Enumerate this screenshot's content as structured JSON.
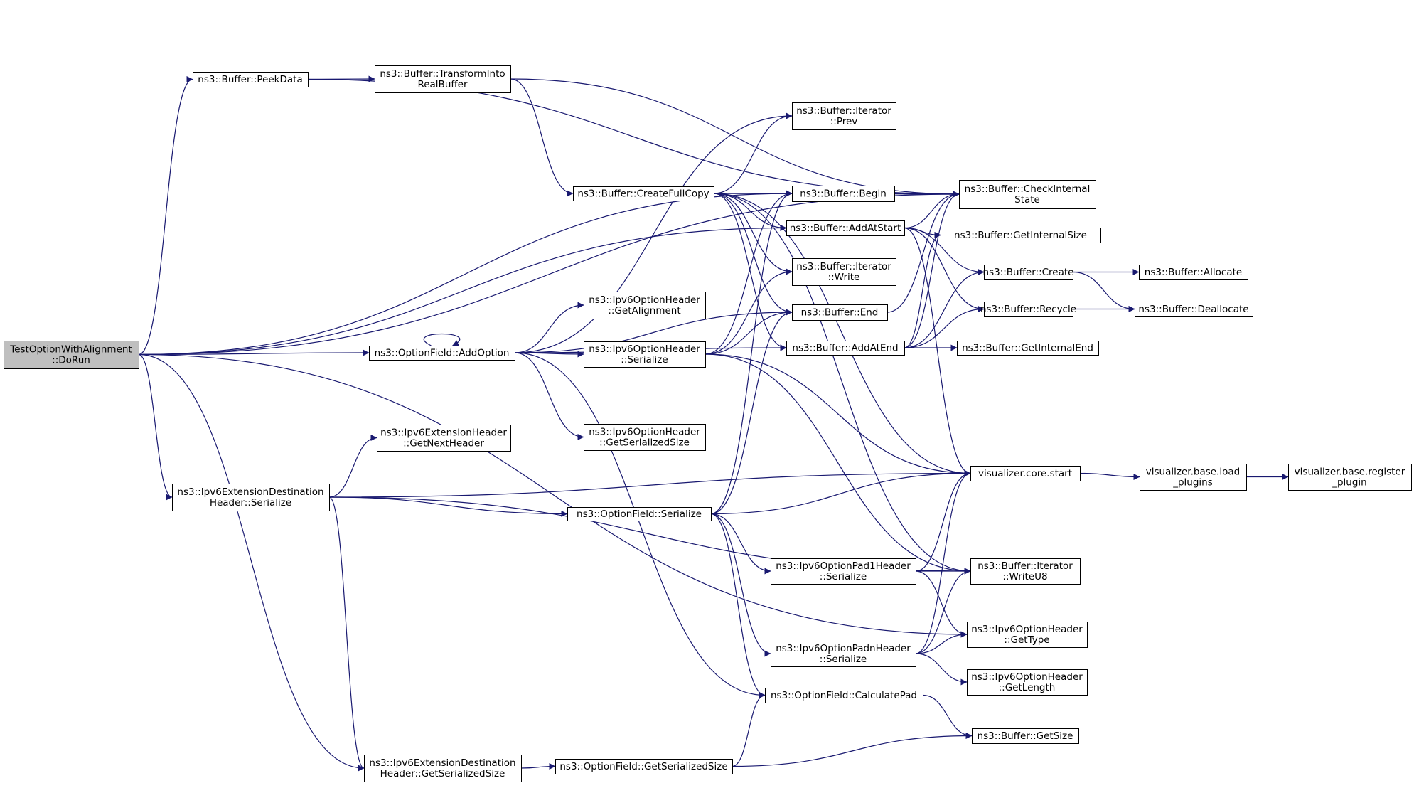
{
  "colors": {
    "edge": "#191970",
    "node_fill": "#ffffff",
    "root_fill": "#bfbfbf",
    "node_stroke": "#000000"
  },
  "nodes": [
    {
      "id": "doRun",
      "lines": [
        "TestOptionWithAlignment",
        "::DoRun"
      ],
      "root": true
    },
    {
      "id": "peekData",
      "lines": [
        "ns3::Buffer::PeekData"
      ]
    },
    {
      "id": "transform",
      "lines": [
        "ns3::Buffer::TransformInto",
        "RealBuffer"
      ]
    },
    {
      "id": "iterPrev",
      "lines": [
        "ns3::Buffer::Iterator",
        "::Prev"
      ]
    },
    {
      "id": "createFullCopy",
      "lines": [
        "ns3::Buffer::CreateFullCopy"
      ]
    },
    {
      "id": "begin",
      "lines": [
        "ns3::Buffer::Begin"
      ]
    },
    {
      "id": "checkInternal",
      "lines": [
        "ns3::Buffer::CheckInternal",
        "State"
      ]
    },
    {
      "id": "addAtStart",
      "lines": [
        "ns3::Buffer::AddAtStart"
      ]
    },
    {
      "id": "getInternalSize",
      "lines": [
        "ns3::Buffer::GetInternalSize"
      ]
    },
    {
      "id": "iterWrite",
      "lines": [
        "ns3::Buffer::Iterator",
        "::Write"
      ]
    },
    {
      "id": "create",
      "lines": [
        "ns3::Buffer::Create"
      ]
    },
    {
      "id": "allocate",
      "lines": [
        "ns3::Buffer::Allocate"
      ]
    },
    {
      "id": "getAlignment",
      "lines": [
        "ns3::Ipv6OptionHeader",
        "::GetAlignment"
      ]
    },
    {
      "id": "end",
      "lines": [
        "ns3::Buffer::End"
      ]
    },
    {
      "id": "recycle",
      "lines": [
        "ns3::Buffer::Recycle"
      ]
    },
    {
      "id": "deallocate",
      "lines": [
        "ns3::Buffer::Deallocate"
      ]
    },
    {
      "id": "addOption",
      "lines": [
        "ns3::OptionField::AddOption"
      ]
    },
    {
      "id": "optHdrSerialize",
      "lines": [
        "ns3::Ipv6OptionHeader",
        "::Serialize"
      ]
    },
    {
      "id": "addAtEnd",
      "lines": [
        "ns3::Buffer::AddAtEnd"
      ]
    },
    {
      "id": "getInternalEnd",
      "lines": [
        "ns3::Buffer::GetInternalEnd"
      ]
    },
    {
      "id": "getNextHeader",
      "lines": [
        "ns3::Ipv6ExtensionHeader",
        "::GetNextHeader"
      ]
    },
    {
      "id": "optHdrGetSerSize",
      "lines": [
        "ns3::Ipv6OptionHeader",
        "::GetSerializedSize"
      ]
    },
    {
      "id": "extDestSerialize",
      "lines": [
        "ns3::Ipv6ExtensionDestination",
        "Header::Serialize"
      ]
    },
    {
      "id": "vizStart",
      "lines": [
        "visualizer.core.start"
      ]
    },
    {
      "id": "vizLoad",
      "lines": [
        "visualizer.base.load",
        "_plugins"
      ]
    },
    {
      "id": "vizRegister",
      "lines": [
        "visualizer.base.register",
        "_plugin"
      ]
    },
    {
      "id": "optFieldSerialize",
      "lines": [
        "ns3::OptionField::Serialize"
      ]
    },
    {
      "id": "pad1Serialize",
      "lines": [
        "ns3::Ipv6OptionPad1Header",
        "::Serialize"
      ]
    },
    {
      "id": "writeU8",
      "lines": [
        "ns3::Buffer::Iterator",
        "::WriteU8"
      ]
    },
    {
      "id": "getType",
      "lines": [
        "ns3::Ipv6OptionHeader",
        "::GetType"
      ]
    },
    {
      "id": "padnSerialize",
      "lines": [
        "ns3::Ipv6OptionPadnHeader",
        "::Serialize"
      ]
    },
    {
      "id": "getLength",
      "lines": [
        "ns3::Ipv6OptionHeader",
        "::GetLength"
      ]
    },
    {
      "id": "calcPad",
      "lines": [
        "ns3::OptionField::CalculatePad"
      ]
    },
    {
      "id": "getSize",
      "lines": [
        "ns3::Buffer::GetSize"
      ]
    },
    {
      "id": "extDestGetSerSize",
      "lines": [
        "ns3::Ipv6ExtensionDestination",
        "Header::GetSerializedSize"
      ]
    },
    {
      "id": "optFieldGetSerSize",
      "lines": [
        "ns3::OptionField::GetSerializedSize"
      ]
    }
  ],
  "edges": [
    [
      "doRun",
      "peekData"
    ],
    [
      "doRun",
      "begin"
    ],
    [
      "doRun",
      "checkInternal"
    ],
    [
      "doRun",
      "addAtStart"
    ],
    [
      "doRun",
      "addOption"
    ],
    [
      "doRun",
      "extDestSerialize"
    ],
    [
      "doRun",
      "getType"
    ],
    [
      "doRun",
      "extDestGetSerSize"
    ],
    [
      "peekData",
      "transform"
    ],
    [
      "peekData",
      "checkInternal"
    ],
    [
      "transform",
      "createFullCopy"
    ],
    [
      "transform",
      "checkInternal"
    ],
    [
      "createFullCopy",
      "iterPrev"
    ],
    [
      "createFullCopy",
      "begin"
    ],
    [
      "createFullCopy",
      "checkInternal"
    ],
    [
      "createFullCopy",
      "addAtStart"
    ],
    [
      "createFullCopy",
      "iterWrite"
    ],
    [
      "createFullCopy",
      "end"
    ],
    [
      "createFullCopy",
      "addAtEnd"
    ],
    [
      "createFullCopy",
      "writeU8"
    ],
    [
      "createFullCopy",
      "vizStart"
    ],
    [
      "begin",
      "checkInternal"
    ],
    [
      "end",
      "checkInternal"
    ],
    [
      "addAtStart",
      "checkInternal"
    ],
    [
      "addAtStart",
      "getInternalSize"
    ],
    [
      "addAtStart",
      "create"
    ],
    [
      "addAtStart",
      "recycle"
    ],
    [
      "addAtStart",
      "vizStart"
    ],
    [
      "addAtEnd",
      "checkInternal"
    ],
    [
      "addAtEnd",
      "getInternalSize"
    ],
    [
      "addAtEnd",
      "create"
    ],
    [
      "addAtEnd",
      "recycle"
    ],
    [
      "addAtEnd",
      "getInternalEnd"
    ],
    [
      "create",
      "allocate"
    ],
    [
      "create",
      "deallocate"
    ],
    [
      "recycle",
      "deallocate"
    ],
    [
      "addOption",
      "addOption"
    ],
    [
      "addOption",
      "iterPrev"
    ],
    [
      "addOption",
      "end"
    ],
    [
      "addOption",
      "getAlignment"
    ],
    [
      "addOption",
      "optHdrSerialize"
    ],
    [
      "addOption",
      "addAtEnd"
    ],
    [
      "addOption",
      "optHdrGetSerSize"
    ],
    [
      "addOption",
      "calcPad"
    ],
    [
      "optHdrSerialize",
      "begin"
    ],
    [
      "optHdrSerialize",
      "iterWrite"
    ],
    [
      "optHdrSerialize",
      "end"
    ],
    [
      "optHdrSerialize",
      "vizStart"
    ],
    [
      "optHdrSerialize",
      "writeU8"
    ],
    [
      "extDestSerialize",
      "getNextHeader"
    ],
    [
      "extDestSerialize",
      "vizStart"
    ],
    [
      "extDestSerialize",
      "optFieldSerialize"
    ],
    [
      "extDestSerialize",
      "writeU8"
    ],
    [
      "extDestSerialize",
      "extDestGetSerSize"
    ],
    [
      "optFieldSerialize",
      "vizStart"
    ],
    [
      "optFieldSerialize",
      "begin"
    ],
    [
      "optFieldSerialize",
      "end"
    ],
    [
      "optFieldSerialize",
      "pad1Serialize"
    ],
    [
      "optFieldSerialize",
      "padnSerialize"
    ],
    [
      "optFieldSerialize",
      "calcPad"
    ],
    [
      "pad1Serialize",
      "writeU8"
    ],
    [
      "pad1Serialize",
      "vizStart"
    ],
    [
      "pad1Serialize",
      "getType"
    ],
    [
      "padnSerialize",
      "writeU8"
    ],
    [
      "padnSerialize",
      "vizStart"
    ],
    [
      "padnSerialize",
      "getType"
    ],
    [
      "padnSerialize",
      "getLength"
    ],
    [
      "vizStart",
      "vizLoad"
    ],
    [
      "vizLoad",
      "vizRegister"
    ],
    [
      "calcPad",
      "getSize"
    ],
    [
      "extDestGetSerSize",
      "optFieldGetSerSize"
    ],
    [
      "optFieldGetSerSize",
      "calcPad"
    ],
    [
      "optFieldGetSerSize",
      "getSize"
    ]
  ]
}
